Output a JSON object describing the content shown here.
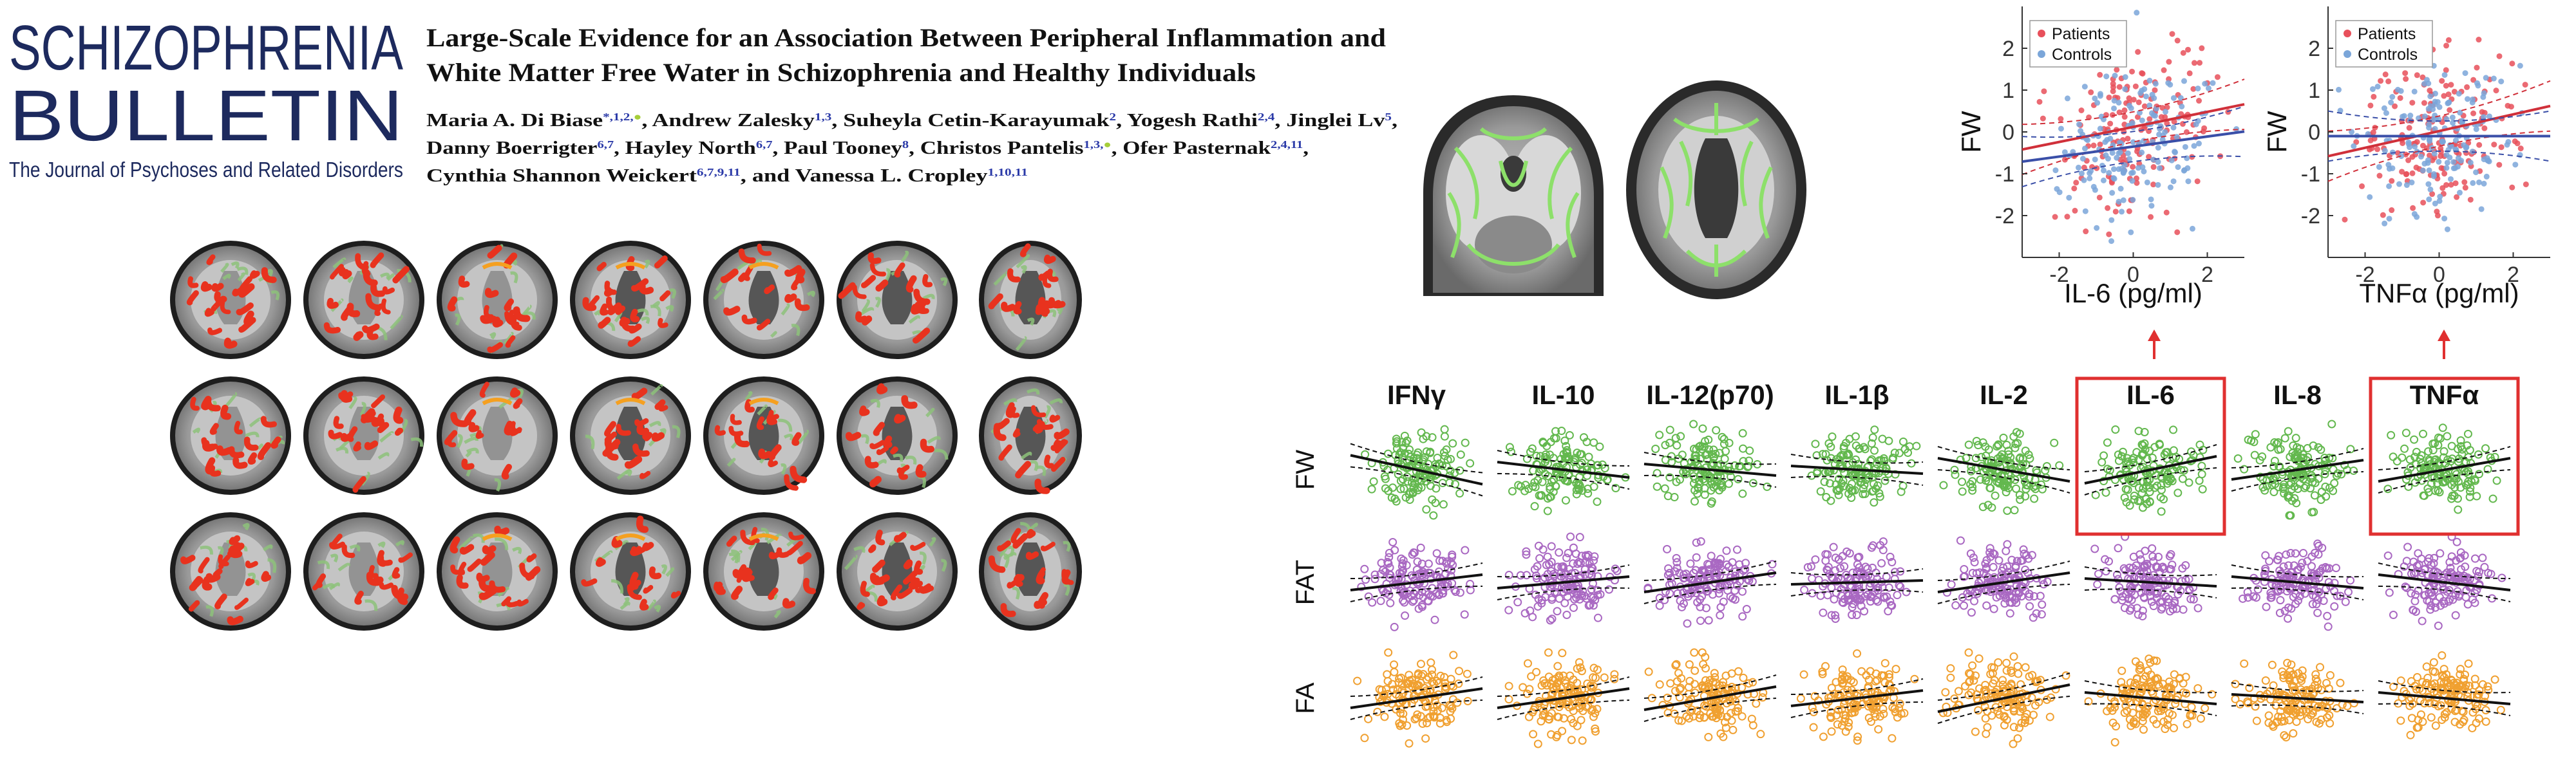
{
  "journal": {
    "name_line1": "SCHIZOPHRENIA",
    "name_line2": "BULLETIN",
    "tagline": "The Journal of Psychoses and Related Disorders"
  },
  "article": {
    "title_line1": "Large-Scale Evidence for an Association Between Peripheral Inflammation and",
    "title_line2": "White Matter Free Water in Schizophrenia and Healthy Individuals",
    "authors": [
      {
        "name": "Maria A. Di Biase",
        "aff": "*,1,2,",
        "orcid": true,
        "sep": ", "
      },
      {
        "name": "Andrew Zalesky",
        "aff": "1,3",
        "orcid": false,
        "sep": ", "
      },
      {
        "name": "Suheyla Cetin-Karayumak",
        "aff": "2",
        "orcid": false,
        "sep": ",  "
      },
      {
        "name": "Yogesh Rathi",
        "aff": "2,4",
        "orcid": false,
        "sep": ", "
      },
      {
        "name": "Jinglei Lv",
        "aff": "5",
        "orcid": false,
        "sep": ","
      },
      {
        "name": "Danny Boerrigter",
        "aff": "6,7",
        "orcid": false,
        "sep": ", "
      },
      {
        "name": "Hayley North",
        "aff": "6,7",
        "orcid": false,
        "sep": ", "
      },
      {
        "name": "Paul Tooney",
        "aff": "8",
        "orcid": false,
        "sep": ", "
      },
      {
        "name": "Christos Pantelis",
        "aff": "1,3,",
        "orcid": true,
        "sep": ", "
      },
      {
        "name": "Ofer Pasternak",
        "aff": "2,4,11",
        "orcid": false,
        "sep": ","
      },
      {
        "name": "Cynthia Shannon Weickert",
        "aff": "6,7,9,11",
        "orcid": false,
        "sep": ", and "
      },
      {
        "name": "Vanessa L. Cropley",
        "aff": "1,10,11",
        "orcid": false,
        "sep": ""
      }
    ]
  },
  "brain_grid": {
    "rows": 3,
    "cols": 7
  },
  "chart_data": [
    {
      "type": "scatter",
      "xlabel": "IL-6 (pg/ml)",
      "ylabel": "FW",
      "xlim": [
        -3,
        3
      ],
      "ylim": [
        -3,
        3
      ],
      "xticks": [
        "-2",
        "0",
        "2"
      ],
      "yticks": [
        "2",
        "1",
        "0",
        "-1",
        "-2"
      ],
      "legend_position": "top-left",
      "series": [
        {
          "name": "Patients",
          "color": "#e8505b",
          "trend": [
            0.12,
            0.18
          ]
        },
        {
          "name": "Controls",
          "color": "#7ba6d9",
          "trend": [
            -0.35,
            0.12
          ]
        }
      ]
    },
    {
      "type": "scatter",
      "xlabel": "TNFα (pg/ml)",
      "ylabel": "FW",
      "xlim": [
        -3,
        3
      ],
      "ylim": [
        -3,
        3
      ],
      "xticks": [
        "-2",
        "0",
        "2"
      ],
      "yticks": [
        "2",
        "1",
        "0",
        "-1",
        "-2"
      ],
      "legend_position": "top-left",
      "series": [
        {
          "name": "Patients",
          "color": "#e8505b",
          "trend": [
            0.02,
            0.2
          ]
        },
        {
          "name": "Controls",
          "color": "#7ba6d9",
          "trend": [
            -0.1,
            0.0
          ]
        }
      ]
    },
    {
      "type": "scatter",
      "columns": [
        "IFNγ",
        "IL-10",
        "IL-12(p70)",
        "IL-1β",
        "IL-2",
        "IL-6",
        "IL-8",
        "TNFα"
      ],
      "rows": [
        {
          "label": "FW",
          "color": "#63b84e",
          "slopes": [
            -0.15,
            -0.08,
            -0.06,
            -0.04,
            -0.12,
            0.14,
            0.1,
            0.12
          ]
        },
        {
          "label": "FAT",
          "color": "#a968c2",
          "slopes": [
            0.08,
            0.06,
            0.1,
            0.02,
            0.1,
            -0.04,
            -0.06,
            -0.08
          ]
        },
        {
          "label": "FA",
          "color": "#f0a030",
          "slopes": [
            0.1,
            0.1,
            0.12,
            0.08,
            0.14,
            -0.06,
            -0.04,
            -0.06
          ]
        }
      ],
      "highlighted_columns": [
        "IL-6",
        "TNFα"
      ],
      "highlight_color": "#e03030"
    }
  ]
}
